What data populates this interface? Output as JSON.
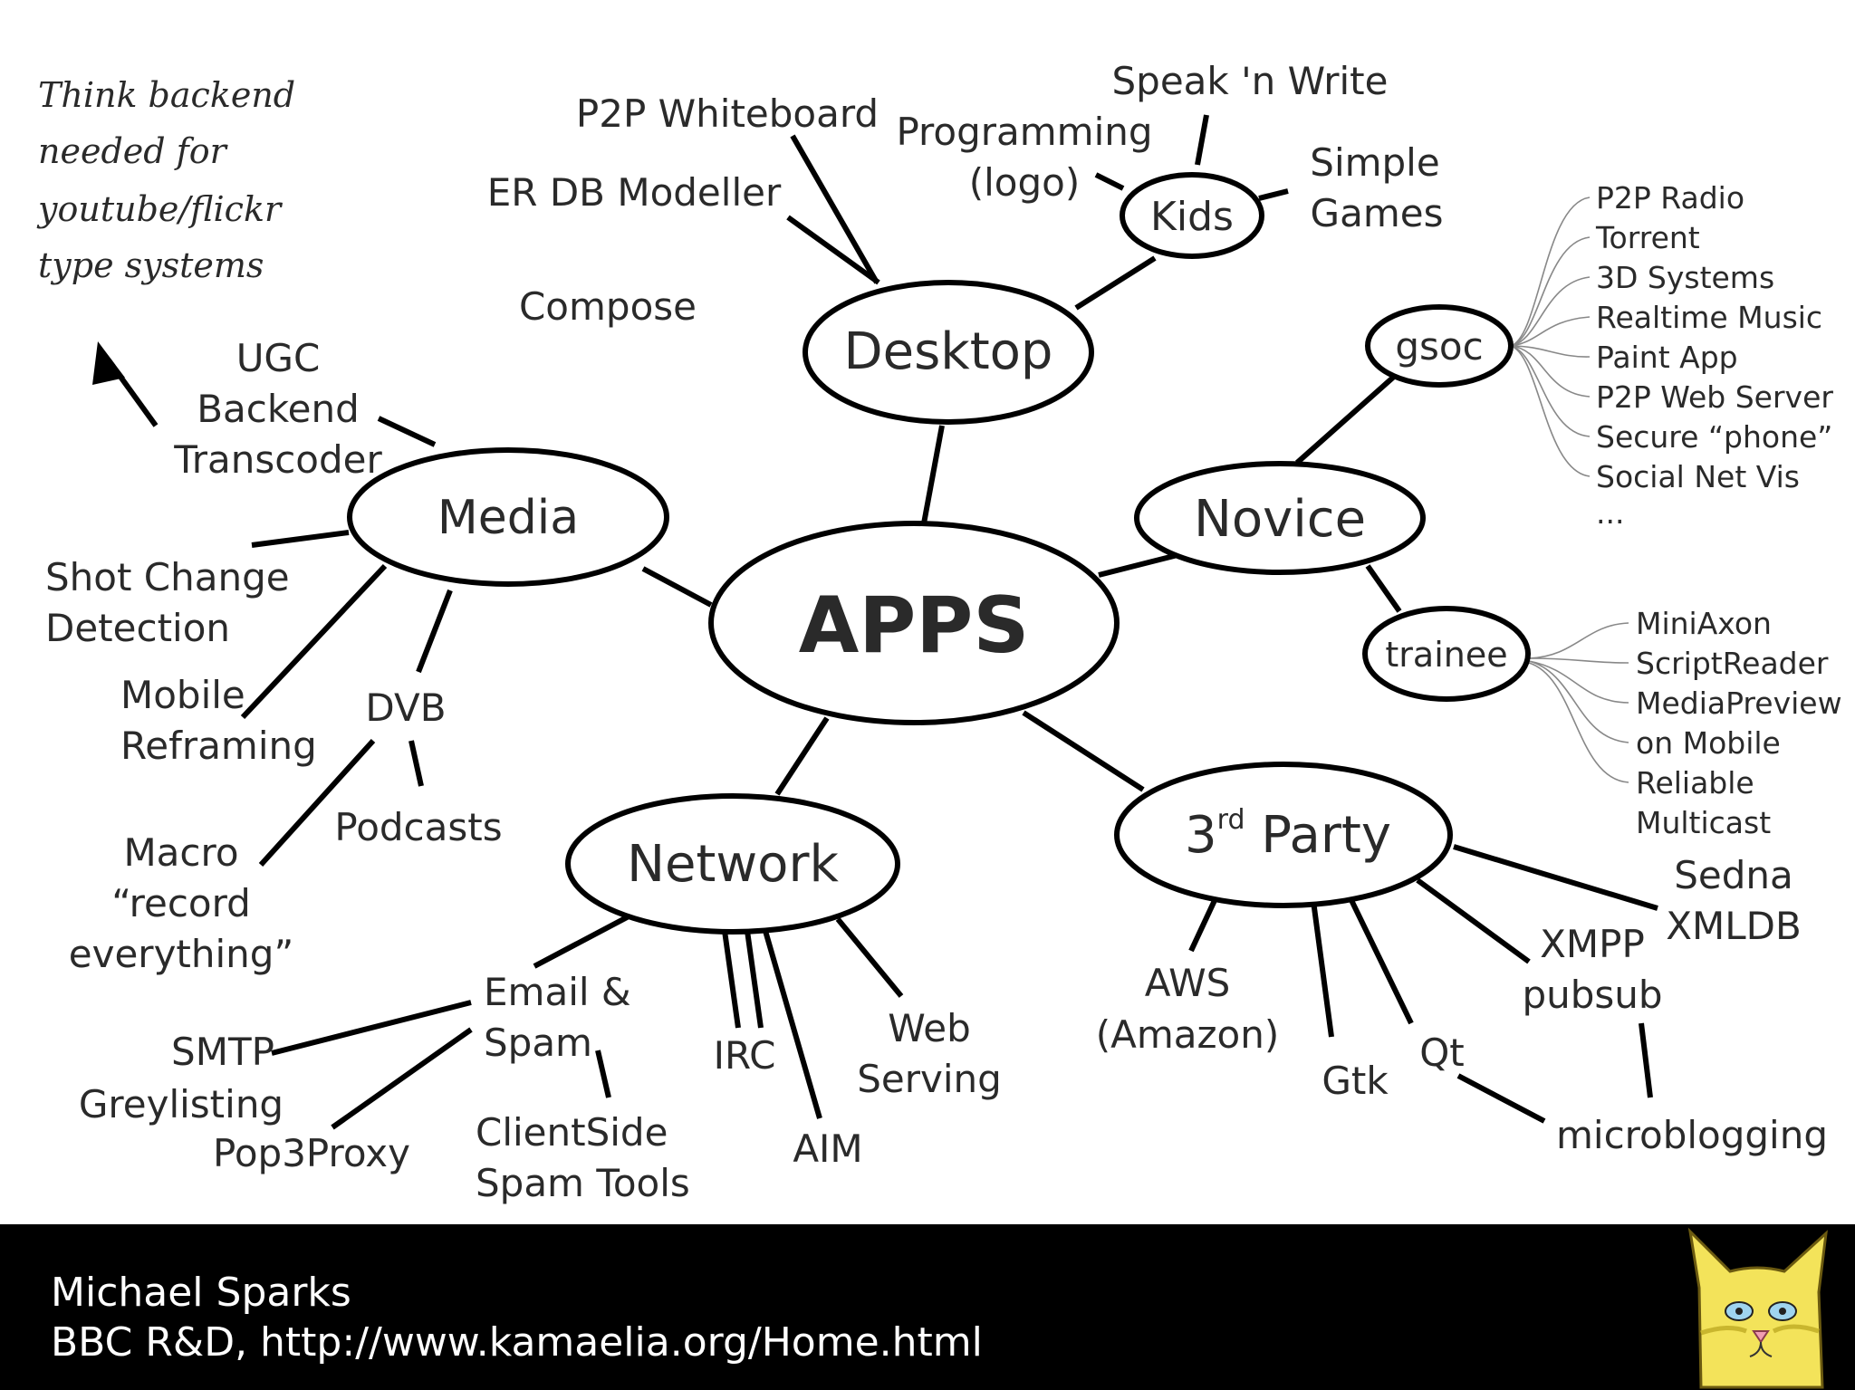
{
  "annotation": [
    "Think backend",
    "needed for",
    "youtube/flickr",
    "type systems"
  ],
  "hubs": {
    "apps": "APPS",
    "desktop": "Desktop",
    "media": "Media",
    "network": "Network",
    "novice": "Novice",
    "third_party_prefix": "3",
    "third_party_sup": "rd",
    "third_party_suffix": " Party",
    "kids": "Kids",
    "gsoc": "gsoc",
    "trainee": "trainee"
  },
  "labels": {
    "p2p_whiteboard": "P2P Whiteboard",
    "er_db_modeller": "ER DB Modeller",
    "compose": "Compose",
    "speak_n_write": "Speak 'n Write",
    "programming": "Programming",
    "logo": "(logo)",
    "simple": "Simple",
    "games": "Games",
    "ugc": "UGC",
    "backend": "Backend",
    "transcoder": "Transcoder",
    "shot_change": "Shot Change",
    "detection": "Detection",
    "mobile": "Mobile",
    "reframing": "Reframing",
    "dvb": "DVB",
    "podcasts": "Podcasts",
    "macro": "Macro",
    "record": "“record",
    "everything": "everything”",
    "email": "Email &",
    "spam": "Spam",
    "smtp": "SMTP",
    "greylisting": "Greylisting",
    "pop3proxy": "Pop3Proxy",
    "clientside": "ClientSide",
    "spam_tools": "Spam Tools",
    "irc": "IRC",
    "aim": "AIM",
    "web": "Web",
    "serving": "Serving",
    "aws": "AWS",
    "amazon": "(Amazon)",
    "gtk": "Gtk",
    "qt": "Qt",
    "microblogging": "microblogging",
    "xmpp": "XMPP",
    "pubsub": "pubsub",
    "sedna": "Sedna",
    "xmldb": "XMLDB"
  },
  "gsoc_items": [
    "P2P Radio",
    "Torrent",
    "3D Systems",
    "Realtime Music",
    "Paint App",
    "P2P Web Server",
    "Secure “phone”",
    "Social Net Vis",
    "..."
  ],
  "trainee_items": [
    "MiniAxon",
    "ScriptReader",
    "MediaPreview",
    "on Mobile",
    "Reliable",
    "Multicast"
  ],
  "footer": {
    "name": "Michael Sparks",
    "org": "BBC R&D, http://www.kamaelia.org/Home.html"
  },
  "colors": {
    "footer_bg": "#000000",
    "footer_text": "#ffffff",
    "ink": "#000000",
    "logo_yellow": "#f3e35a"
  }
}
